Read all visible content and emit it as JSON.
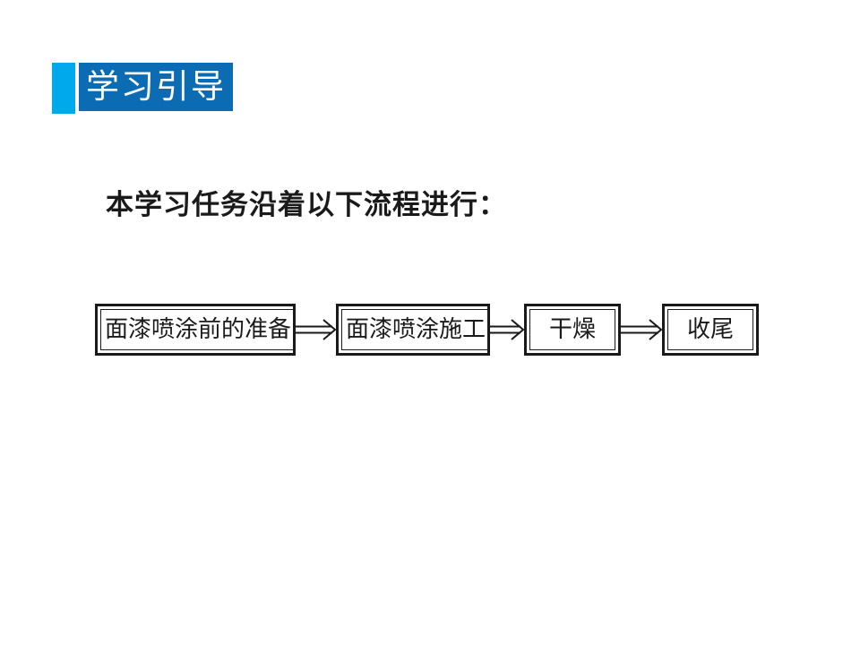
{
  "colors": {
    "accent_light": "#00A8EC",
    "accent_dark": "#0B6CB4",
    "ink": "#1a1a1a"
  },
  "header": {
    "badge_label": "学习引导"
  },
  "body": {
    "intro_text": "本学习任务沿着以下流程进行："
  },
  "flowchart": {
    "steps": [
      {
        "label": "面漆喷涂前的准备"
      },
      {
        "label": "面漆喷涂施工"
      },
      {
        "label": "干燥"
      },
      {
        "label": "收尾"
      }
    ],
    "arrow_icon": "double-line-right-arrow"
  }
}
